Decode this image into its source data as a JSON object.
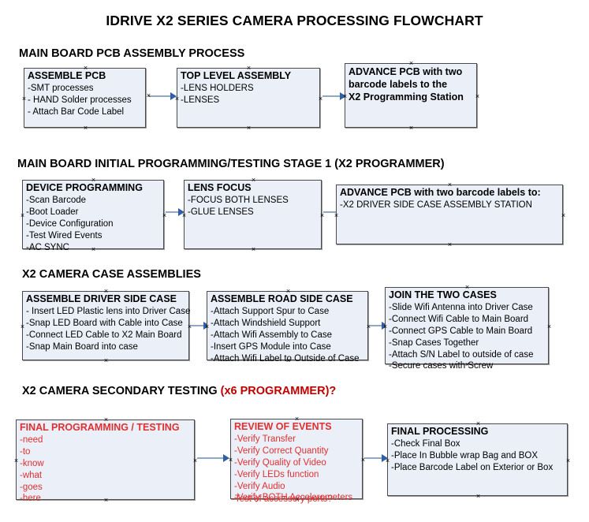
{
  "document": {
    "title": "IDRIVE X2  SERIES CAMERA PROCESSING FLOWCHART"
  },
  "sections": [
    {
      "id": "main-board-pcb-assembly",
      "heading": "MAIN BOARD PCB ASSEMBLY PROCESS",
      "heading_accent": "",
      "nodes": [
        {
          "id": "assemble-pcb",
          "title": "ASSEMBLE PCB",
          "items": [
            "-SMT processes",
            "- HAND Solder processes",
            "- Attach Bar Code Label"
          ]
        },
        {
          "id": "top-level-assembly",
          "title": "TOP LEVEL ASSEMBLY",
          "items": [
            "-LENS HOLDERS",
            "-LENSES"
          ]
        },
        {
          "id": "advance-pcb-programming-station",
          "title": "ADVANCE PCB with two\nbarcode labels to the\n X2 Programming Station",
          "items": []
        }
      ]
    },
    {
      "id": "main-board-initial-programming",
      "heading": "MAIN BOARD INITIAL PROGRAMMING/TESTING STAGE 1 (X2 PROGRAMMER)",
      "heading_accent": "",
      "nodes": [
        {
          "id": "device-programming",
          "title": "DEVICE PROGRAMMING",
          "items": [
            "-Scan Barcode",
            "-Boot Loader",
            "-Device Configuration",
            "-Test Wired Events",
            "-AC SYNC"
          ]
        },
        {
          "id": "lens-focus",
          "title": "LENS FOCUS",
          "items": [
            "-FOCUS BOTH LENSES",
            "-GLUE LENSES"
          ]
        },
        {
          "id": "advance-pcb-driver-side-case",
          "title": "ADVANCE PCB with two barcode labels to:",
          "items": [
            "-X2 DRIVER  SIDE  CASE  ASSEMBLY STATION"
          ]
        }
      ]
    },
    {
      "id": "x2-camera-case-assemblies",
      "heading": "X2 CAMERA CASE ASSEMBLIES",
      "heading_accent": "",
      "nodes": [
        {
          "id": "assemble-driver-side-case",
          "title": "ASSEMBLE DRIVER SIDE CASE",
          "items": [
            "- Insert LED Plastic lens into Driver Case",
            "-Snap LED Board with Cable into Case",
            "-Connect LED Cable to X2 Main Board",
            "-Snap Main Board into case"
          ]
        },
        {
          "id": "assemble-road-side-case",
          "title": "ASSEMBLE ROAD SIDE CASE",
          "items": [
            "-Attach Support Spur to Case",
            "-Attach Windshield Support",
            "-Attach Wifi Assembly to Case",
            "-Insert GPS Module into Case",
            "-Attach Wifi Label to Outside of Case"
          ]
        },
        {
          "id": "join-the-two-cases",
          "title": "JOIN THE TWO CASES",
          "items": [
            "-Slide Wifi Antenna into Driver Case",
            "-Connect Wifi Cable to Main Board",
            "-Connect GPS Cable to Main Board",
            "-Snap Cases Together",
            "-Attach S/N Label to outside of case",
            "-Secure cases with Screw"
          ]
        }
      ]
    },
    {
      "id": "x2-camera-secondary-testing",
      "heading": "X2 CAMERA SECONDARY TESTING ",
      "heading_accent": "(x6 PROGRAMMER)?",
      "nodes": [
        {
          "id": "final-programming-testing",
          "title": "FINAL PROGRAMMING / TESTING",
          "items": [
            "-need",
            "-to",
            "-know",
            "-what",
            "-goes",
            "-here"
          ]
        },
        {
          "id": "review-of-events",
          "title": "REVIEW OF EVENTS",
          "items": [
            "-Verify Transfer",
            "-Verify Correct Quantity",
            "-Verify Quality of Video",
            "-Verify LEDs function",
            "-Verify Audio",
            "-Verify BOTH Accelerometers"
          ],
          "overflow_item": "-Test of accessory ports?"
        },
        {
          "id": "final-processing",
          "title": "FINAL PROCESSING",
          "items": [
            " -Check Final Box",
            "-Place In Bubble wrap Bag and BOX",
            "-Place Barcode Label on Exterior or Box"
          ]
        }
      ]
    }
  ],
  "colors": {
    "node_fill": "#eaeff8",
    "node_border": "#4a4a4a",
    "connector": "#8fa9c4",
    "arrow_head": "#2f5fa8",
    "accent_red": "#c00000",
    "node_red_text": "#e03030"
  }
}
